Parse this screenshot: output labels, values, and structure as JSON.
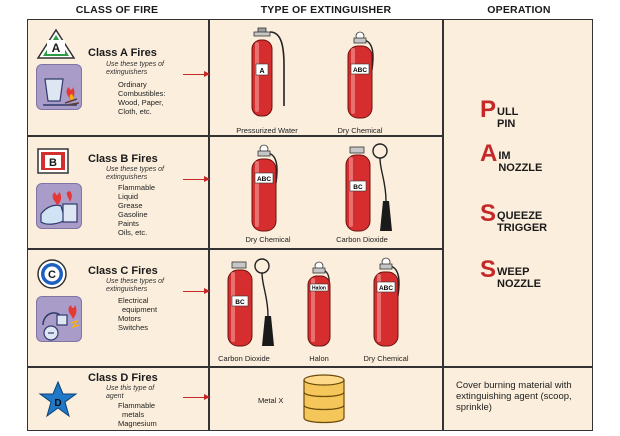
{
  "headers": {
    "col1": "CLASS OF FIRE",
    "col2": "TYPE OF EXTINGUISHER",
    "col3": "OPERATION"
  },
  "classes": [
    {
      "symbol": "A",
      "title": "Class A Fires",
      "note": [
        "Use these types of",
        "extinguishers"
      ],
      "items": [
        "Ordinary",
        "Combustibles:",
        "Wood, Paper,",
        "Cloth, etc."
      ]
    },
    {
      "symbol": "B",
      "title": "Class B Fires",
      "note": [
        "Use these types of",
        "extinguishers"
      ],
      "items": [
        "Flammable",
        "Liquid",
        "Grease",
        "Gasoline",
        "Paints",
        "Oils, etc."
      ]
    },
    {
      "symbol": "C",
      "title": "Class C Fires",
      "note": [
        "Use these types of",
        "extinguishers"
      ],
      "items": [
        "Electrical",
        "equipment",
        "Motors",
        "Switches"
      ]
    },
    {
      "symbol": "D",
      "title": "Class D Fires",
      "note": [
        "Use this type of",
        "agent"
      ],
      "items": [
        "Flammable",
        "metals",
        "Magnesium"
      ]
    }
  ],
  "extinguishers": {
    "row_a": [
      {
        "tag": "A",
        "label": "Pressurized Water"
      },
      {
        "tag": "ABC",
        "label": "Dry Chemical"
      }
    ],
    "row_b": [
      {
        "tag": "ABC",
        "label": "Dry Chemical"
      },
      {
        "tag": "BC",
        "label": "Carbon Dioxide"
      }
    ],
    "row_c": [
      {
        "tag": "BC",
        "label": "Carbon Dioxide"
      },
      {
        "tag": "Halon",
        "label": "Halon"
      },
      {
        "tag": "ABC",
        "label": "Dry Chemical"
      }
    ],
    "row_d": {
      "label": "Metal X"
    }
  },
  "pass": [
    {
      "letter": "P",
      "line1": "ULL",
      "line2": "PIN"
    },
    {
      "letter": "A",
      "line1": "IM",
      "line2": "NOZZLE"
    },
    {
      "letter": "S",
      "line1": "QUEEZE",
      "line2": "TRIGGER"
    },
    {
      "letter": "S",
      "line1": "WEEP",
      "line2": "NOZZLE"
    }
  ],
  "operation_d": "Cover burning material with extinguishing agent (scoop, sprinkle)",
  "colors": {
    "accent_red": "#c62828",
    "cell_bg": "#fbeedc",
    "picto_bg": "#a99cc9",
    "symbol_a": "#2e9b46",
    "symbol_b": "#d32f2f",
    "symbol_c": "#1f5fbf",
    "symbol_d": "#1f78c8"
  }
}
